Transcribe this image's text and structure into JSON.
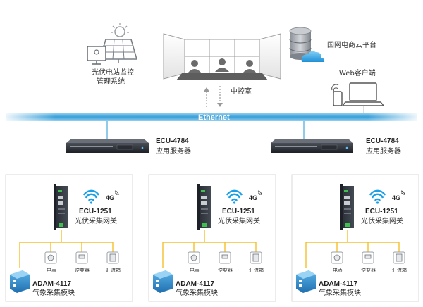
{
  "top": {
    "monitoring_line1": "光伏电站监控",
    "monitoring_line2": "管理系统",
    "control_room": "中控室",
    "cloud_platform": "国网电商云平台",
    "web_client": "Web客户端"
  },
  "network": {
    "label": "Ethernet"
  },
  "servers": [
    {
      "model": "ECU-4784",
      "role": "应用服务器"
    },
    {
      "model": "ECU-4784",
      "role": "应用服务器"
    }
  ],
  "sites": [
    {
      "gateway_model": "ECU-1251",
      "gateway_role": "光伏采集网关",
      "signal": "4G",
      "devices": [
        "电表",
        "逆变器",
        "汇流箱"
      ],
      "weather_model": "ADAM-4117",
      "weather_role": "气象采集模块"
    },
    {
      "gateway_model": "ECU-1251",
      "gateway_role": "光伏采集网关",
      "signal": "4G",
      "devices": [
        "电表",
        "逆变器",
        "汇流箱"
      ],
      "weather_model": "ADAM-4117",
      "weather_role": "气象采集模块"
    },
    {
      "gateway_model": "ECU-1251",
      "gateway_role": "光伏采集网关",
      "signal": "4G",
      "devices": [
        "电表",
        "逆变器",
        "汇流箱"
      ],
      "weather_model": "ADAM-4117",
      "weather_role": "气象采集模块"
    }
  ],
  "colors": {
    "ethernet_bar": "#4aa8dc",
    "line": "#f5c02b",
    "wifi": "#1aa0e8",
    "site_border": "#d9d9d9"
  }
}
